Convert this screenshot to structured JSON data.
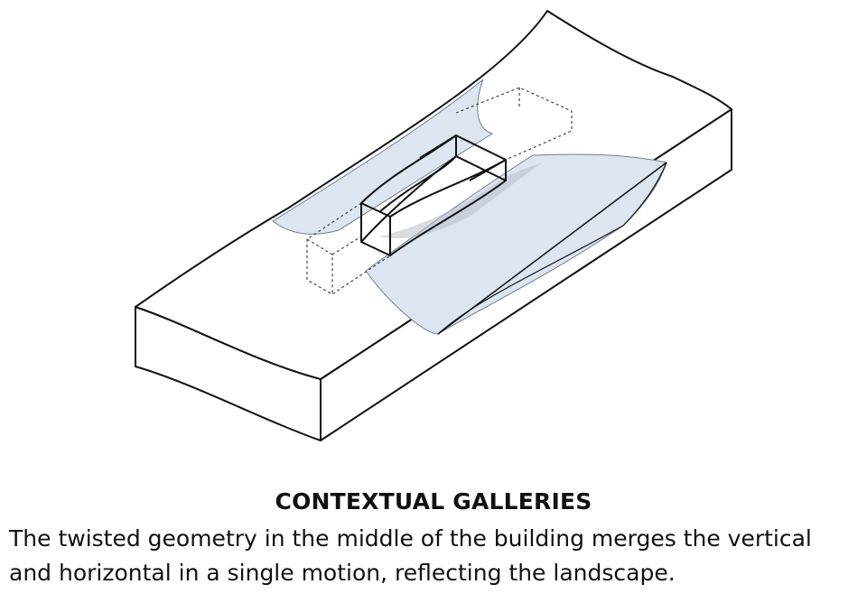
{
  "title": "CONTEXTUAL GALLERIES",
  "caption": {
    "line1": "The twisted geometry in the middle of the building merges the vertical",
    "line2": "and horizontal in a single motion, reflecting the landscape."
  },
  "colors": {
    "water": "#dde5f1",
    "line": "#111111",
    "background": "#ffffff"
  }
}
